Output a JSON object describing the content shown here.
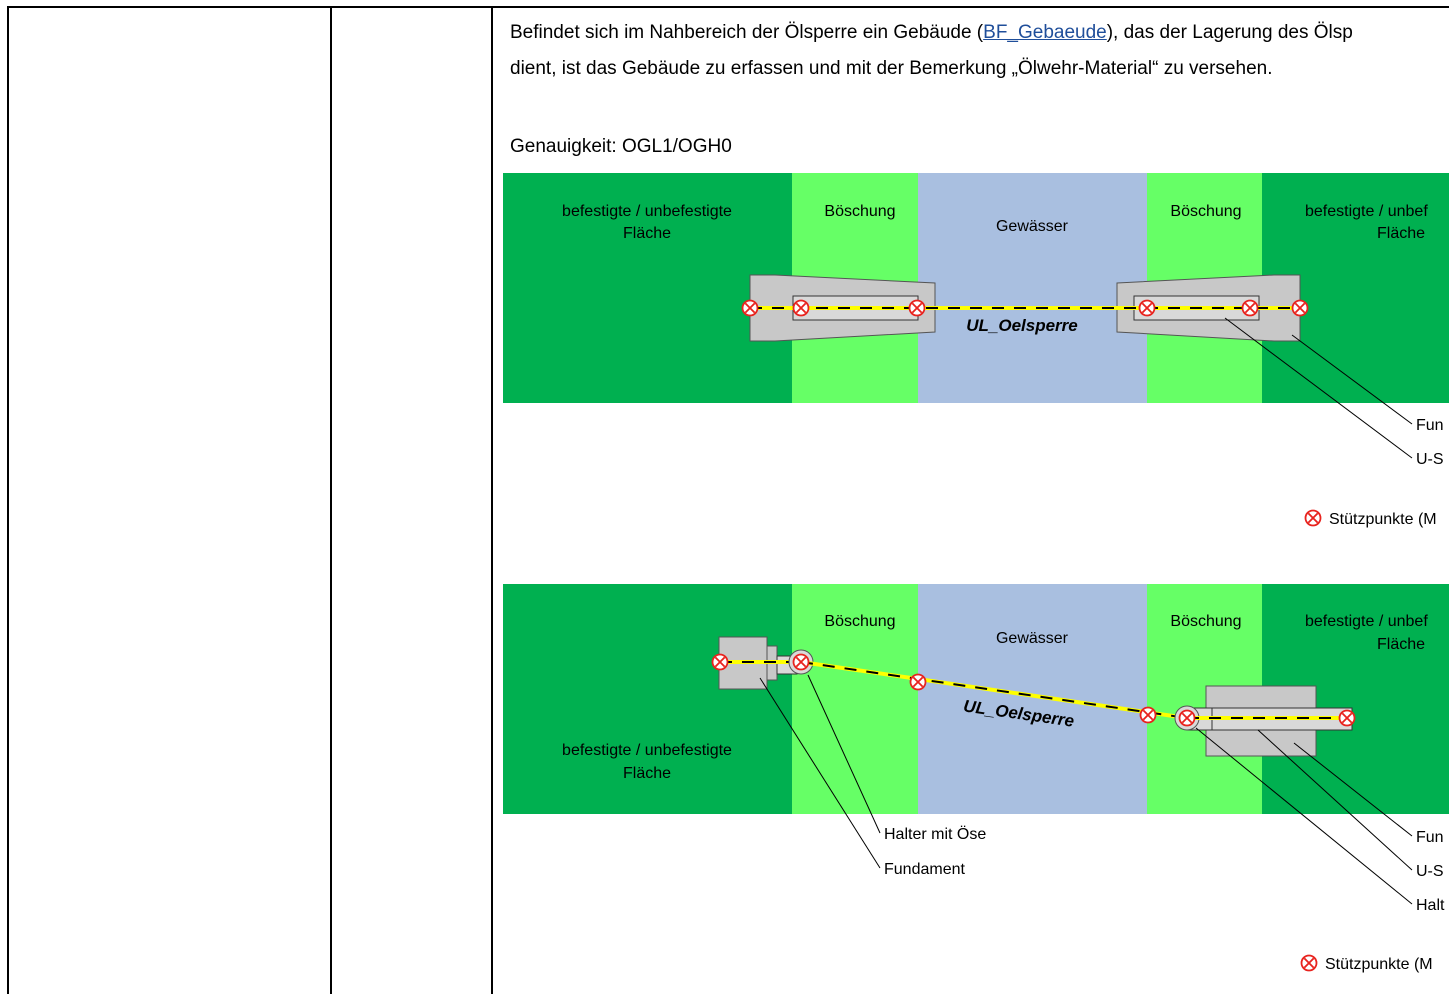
{
  "text": {
    "line1_before": "Befindet sich im Nahbereich der Ölsperre ein Gebäude (",
    "line1_link": "BF_Gebaeude",
    "line1_after": "), das der Lagerung des Ölsp",
    "line2": "dient, ist das Gebäude zu erfassen und mit der Bemerkung „Ölwehr-Material“ zu versehen.",
    "accuracy": "Genauigkeit: OGL1/OGH0"
  },
  "fig1": {
    "zone_surface": "befestigte / unbefestigte",
    "zone_surface_2": "Fläche",
    "zone_slope": "Böschung",
    "zone_water": "Gewässer",
    "zone_surface_right": "befestigte / unbef",
    "zone_surface_right_2": "Fläche",
    "line_label": "UL_Oelsperre",
    "callout_1": "Fun",
    "callout_2": "U-S",
    "legend": "Stützpunkte (M"
  },
  "fig2": {
    "zone_slope": "Böschung",
    "zone_water": "Gewässer",
    "zone_surface_right": "befestigte / unbef",
    "zone_surface_right_2": "Fläche",
    "zone_surface_left": "befestigte / unbefestigte",
    "zone_surface_left_2": "Fläche",
    "line_label": "UL_Oelsperre",
    "callout_left_1": "Halter mit Öse",
    "callout_left_2": "Fundament",
    "callout_right_1": "Fun",
    "callout_right_2": "U-S",
    "callout_right_3": "Halt",
    "legend": "Stützpunkte (M"
  },
  "colors": {
    "surface": "#00b050",
    "slope": "#66ff66",
    "water": "#a9bfe0",
    "foundation": "#c8c8c8",
    "barrier_yellow": "#ffff00",
    "point_red": "#e8231e"
  }
}
